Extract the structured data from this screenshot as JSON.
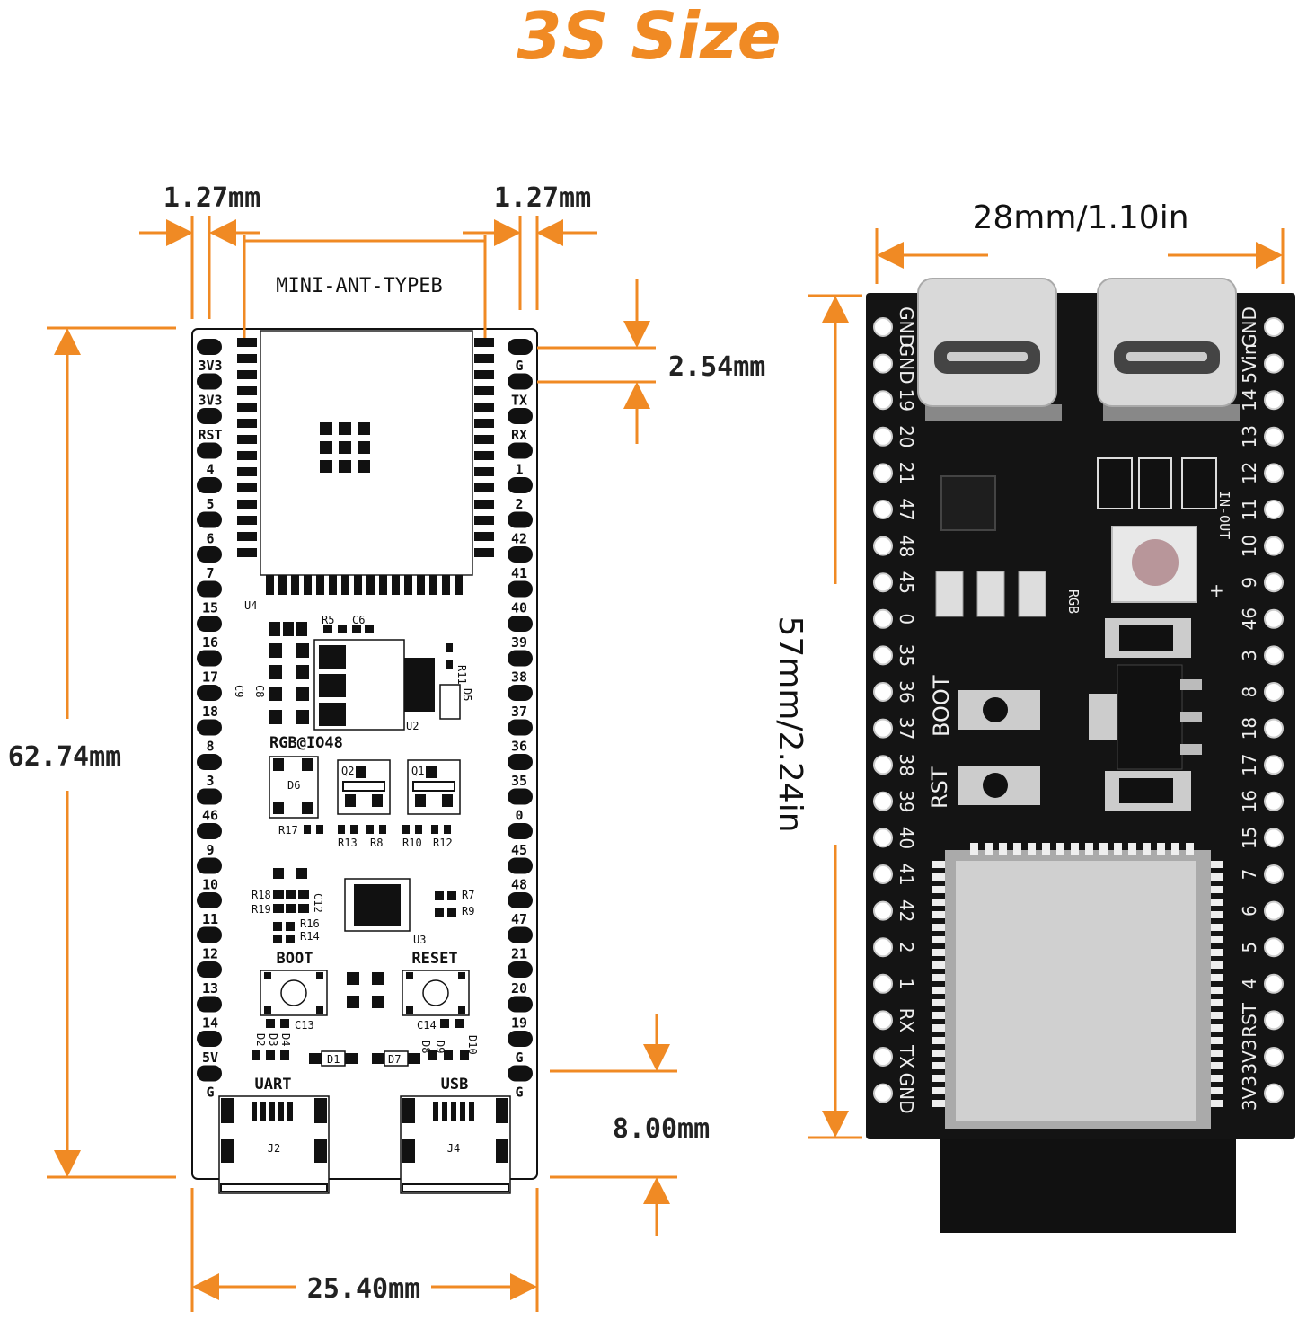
{
  "title": "3S Size",
  "colors": {
    "accent": "#f08a24",
    "board": "#141414",
    "silkscreen": "#eeeeee"
  },
  "schematic": {
    "antenna_label": "MINI-ANT-TYPEB",
    "module_label": "U4",
    "dimensions": {
      "pin_offset_left": "1.27mm",
      "pin_offset_right": "1.27mm",
      "pin_pitch": "2.54mm",
      "board_length": "62.74mm",
      "connector_height": "8.00mm",
      "pin_row_spacing": "25.40mm"
    },
    "left_pins": [
      "3V3",
      "3V3",
      "RST",
      "4",
      "5",
      "6",
      "7",
      "15",
      "16",
      "17",
      "18",
      "8",
      "3",
      "46",
      "9",
      "10",
      "11",
      "12",
      "13",
      "14",
      "5V",
      "G"
    ],
    "right_pins": [
      "G",
      "TX",
      "RX",
      "1",
      "2",
      "42",
      "41",
      "40",
      "39",
      "38",
      "37",
      "36",
      "35",
      "0",
      "45",
      "48",
      "47",
      "21",
      "20",
      "19",
      "G",
      "G"
    ],
    "components": {
      "rgb": "RGB@IO48",
      "boot": "BOOT",
      "reset": "RESET",
      "uart": "UART",
      "usb": "USB",
      "j2": "J2",
      "j4": "J4",
      "u2": "U2",
      "u3": "U3",
      "d6": "D6",
      "q1": "Q1",
      "q2": "Q2",
      "d1": "D1",
      "d7": "D7",
      "d5": "D5",
      "r5": "R5",
      "c6": "C6",
      "r11": "R11",
      "r17": "R17",
      "r13": "R13",
      "r8": "R8",
      "r10": "R10",
      "r12": "R12",
      "r18": "R18",
      "r19": "R19",
      "r16": "R16",
      "r14": "R14",
      "c12": "C12",
      "r7": "R7",
      "r9": "R9",
      "c13": "C13",
      "c14": "C14",
      "c8": "C8",
      "c9": "C9",
      "d2": "D2",
      "d3": "D3",
      "d4": "D4",
      "d8": "D8",
      "d9": "D9",
      "d10": "D10"
    }
  },
  "photo": {
    "width_label": "28mm/1.10in",
    "height_label": "57mm/2.24in",
    "left_pins": [
      "GND",
      "GND",
      "19",
      "20",
      "21",
      "47",
      "48",
      "45",
      "0",
      "35",
      "36",
      "37",
      "38",
      "39",
      "40",
      "41",
      "42",
      "2",
      "1",
      "RX",
      "TX",
      "GND"
    ],
    "right_pins": [
      "GND",
      "5Vin",
      "14",
      "13",
      "12",
      "11",
      "10",
      "9",
      "46",
      "3",
      "8",
      "18",
      "17",
      "16",
      "15",
      "7",
      "6",
      "5",
      "4",
      "RST",
      "3V3",
      "3V3"
    ],
    "silk": {
      "boot": "BOOT",
      "rst": "RST",
      "rgb": "RGB",
      "in_out": "IN-OUT",
      "plus": "+"
    }
  }
}
